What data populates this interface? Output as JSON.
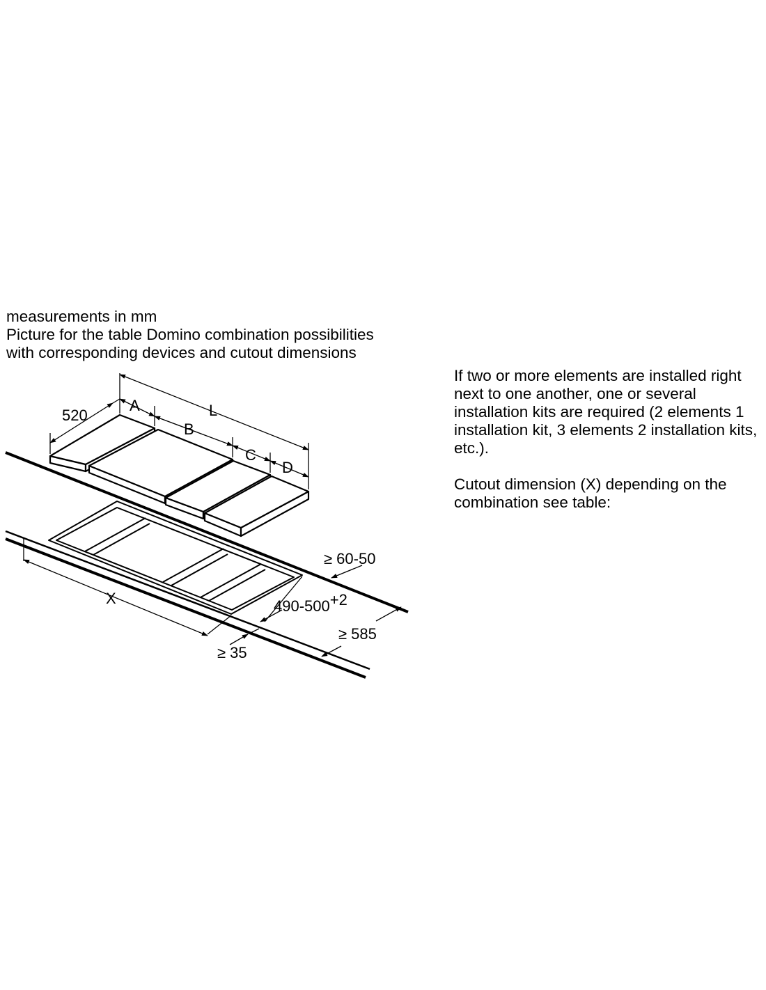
{
  "caption": {
    "line1": "measurements in mm",
    "line2": "Picture for the table Domino combination possibilities",
    "line3": "with corresponding devices and cutout dimensions"
  },
  "note": {
    "paragraph1": "If two or more elements are installed right next to one another, one or several installation kits are required (2 elements 1 installation kit, 3 elements 2 installation kits, etc.).",
    "paragraph2": "Cutout dimension (X) depending on the combination see table:"
  },
  "diagram": {
    "depth_label": "520",
    "label_a": "A",
    "label_b": "B",
    "label_c": "C",
    "label_d": "D",
    "label_l": "L",
    "label_x": "X",
    "front_gap_label": "≥ 60-50",
    "cutout_depth_label": "490-500",
    "cutout_depth_tolerance": "+2",
    "worktop_depth_label": "≥ 585",
    "side_gap_label": "≥ 35"
  }
}
